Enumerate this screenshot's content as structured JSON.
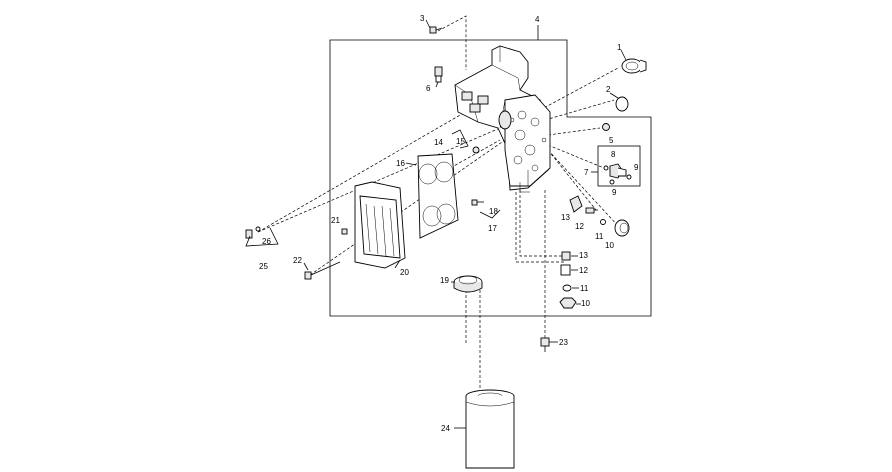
{
  "labels": {
    "p1": "1",
    "p2": "2",
    "p3": "3",
    "p4": "4",
    "p5": "5",
    "p6": "6",
    "p7": "7",
    "p8": "8",
    "p9a": "9",
    "p9b": "9",
    "p10a": "10",
    "p10b": "10",
    "p11a": "11",
    "p11b": "11",
    "p12a": "12",
    "p12b": "12",
    "p13a": "13",
    "p13b": "13",
    "p14": "14",
    "p15": "15",
    "p16": "16",
    "p17": "17",
    "p18": "18",
    "p19": "19",
    "p20": "20",
    "p21": "21",
    "p22": "22",
    "p23": "23",
    "p24": "24",
    "p25": "25",
    "p26": "26"
  }
}
